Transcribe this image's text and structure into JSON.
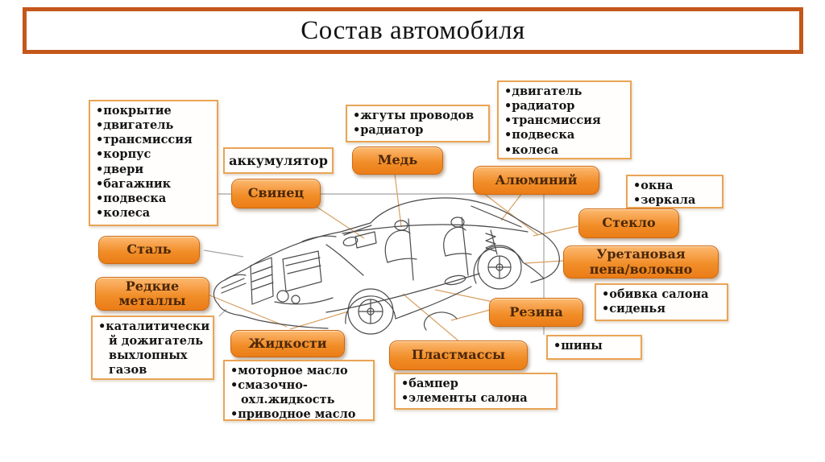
{
  "slide": {
    "title": "Состав автомобиля"
  },
  "materials": {
    "steel": {
      "label": "Сталь"
    },
    "rare_metals": {
      "label": "Редкие металлы"
    },
    "lead": {
      "label": "Свинец"
    },
    "copper": {
      "label": "Медь"
    },
    "aluminum": {
      "label": "Алюминий"
    },
    "glass": {
      "label": "Стекло"
    },
    "urethane": {
      "label": "Уретановая пена/волокно"
    },
    "rubber": {
      "label": "Резина"
    },
    "plastics": {
      "label": "Пластмассы"
    },
    "liquids": {
      "label": "Жидкости"
    }
  },
  "part_lists": {
    "steel_parts": {
      "items": [
        "покрытие",
        "двигатель",
        "трансмиссия",
        "корпус",
        "двери",
        "багажник",
        "подвеска",
        "колеса"
      ]
    },
    "battery": {
      "text": "аккумулятор"
    },
    "copper_parts": {
      "items": [
        "жгуты проводов",
        "радиатор"
      ]
    },
    "aluminum_parts": {
      "items": [
        "двигатель",
        "радиатор",
        "трансмиссия",
        "подвеска",
        "колеса"
      ]
    },
    "glass_parts": {
      "items": [
        "окна",
        "зеркала"
      ]
    },
    "urethane_parts": {
      "items": [
        "обивка салона",
        "сиденья"
      ]
    },
    "rubber_parts": {
      "items": [
        "шины"
      ]
    },
    "plastics_parts": {
      "items": [
        "бампер",
        "элементы салона"
      ]
    },
    "liquids_parts": {
      "items": [
        "моторное масло",
        "смазочно-охл.жидкость",
        "приводное масло"
      ]
    },
    "rare_metals_parts": {
      "items": [
        "каталитически й дожигатель выхлопных газов"
      ]
    }
  },
  "illustration": {
    "description": "cutaway line drawing of a sedan"
  },
  "colors": {
    "title_border": "#c4571a",
    "button_gradient_top": "#fcba70",
    "button_gradient_bottom": "#eb7d18",
    "button_text": "#4b2708",
    "info_box_border": "#e9a455",
    "connector_tan": "#d8a062",
    "connector_gray": "#a3a3a3"
  }
}
